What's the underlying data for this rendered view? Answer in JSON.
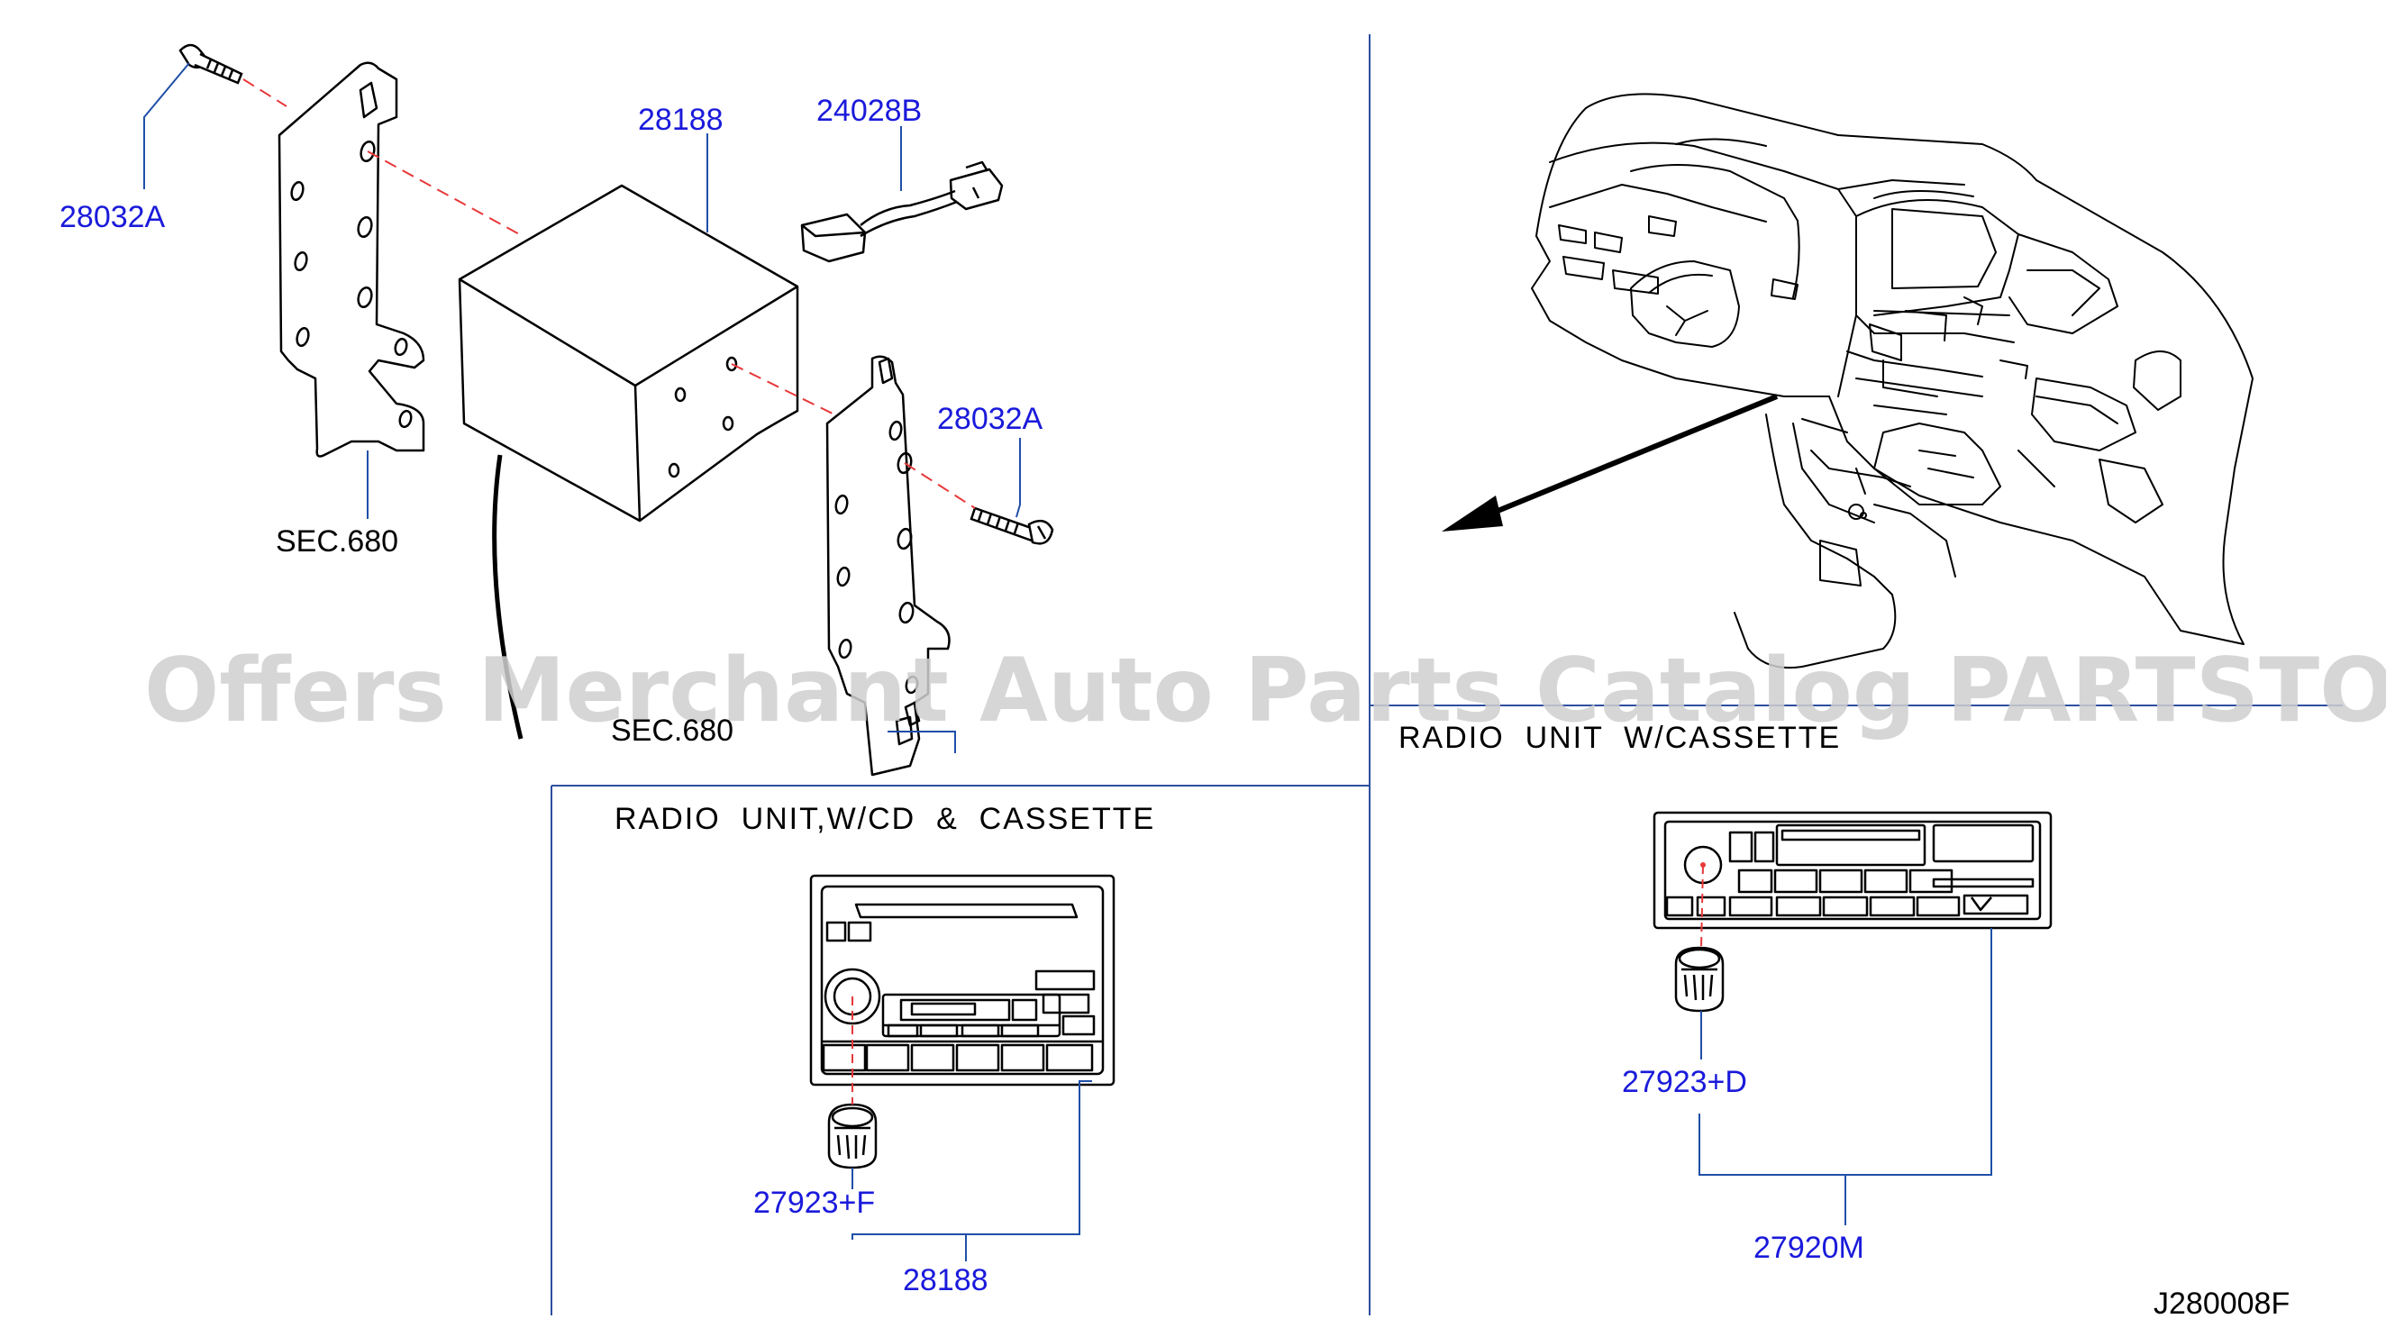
{
  "colors": {
    "line": "#000000",
    "part_number": "#1a1adb",
    "leader": "#1f4fa8",
    "divider": "#2e4fa0",
    "dash": "#e8383a",
    "watermark": "#d0d0d0",
    "text": "#000000"
  },
  "parts": {
    "screw_left": "28032A",
    "unit_top": "28188",
    "harness": "24028B",
    "screw_right": "28032A",
    "knob_cd": "27923+F",
    "radio_cd": "28188",
    "knob_cassette": "27923+D",
    "radio_cassette": "27920M"
  },
  "sections": {
    "sec_left": "SEC.680",
    "sec_right": "SEC.680"
  },
  "titles": {
    "radio_cd_cassette": "RADIO  UNIT,W/CD  &  CASSETTE",
    "radio_cassette": "RADIO  UNIT  W/CASSETTE"
  },
  "watermark": "Offers Merchant Auto Parts Catalog PARTSTORE.SA",
  "diagram_code": "J280008F"
}
